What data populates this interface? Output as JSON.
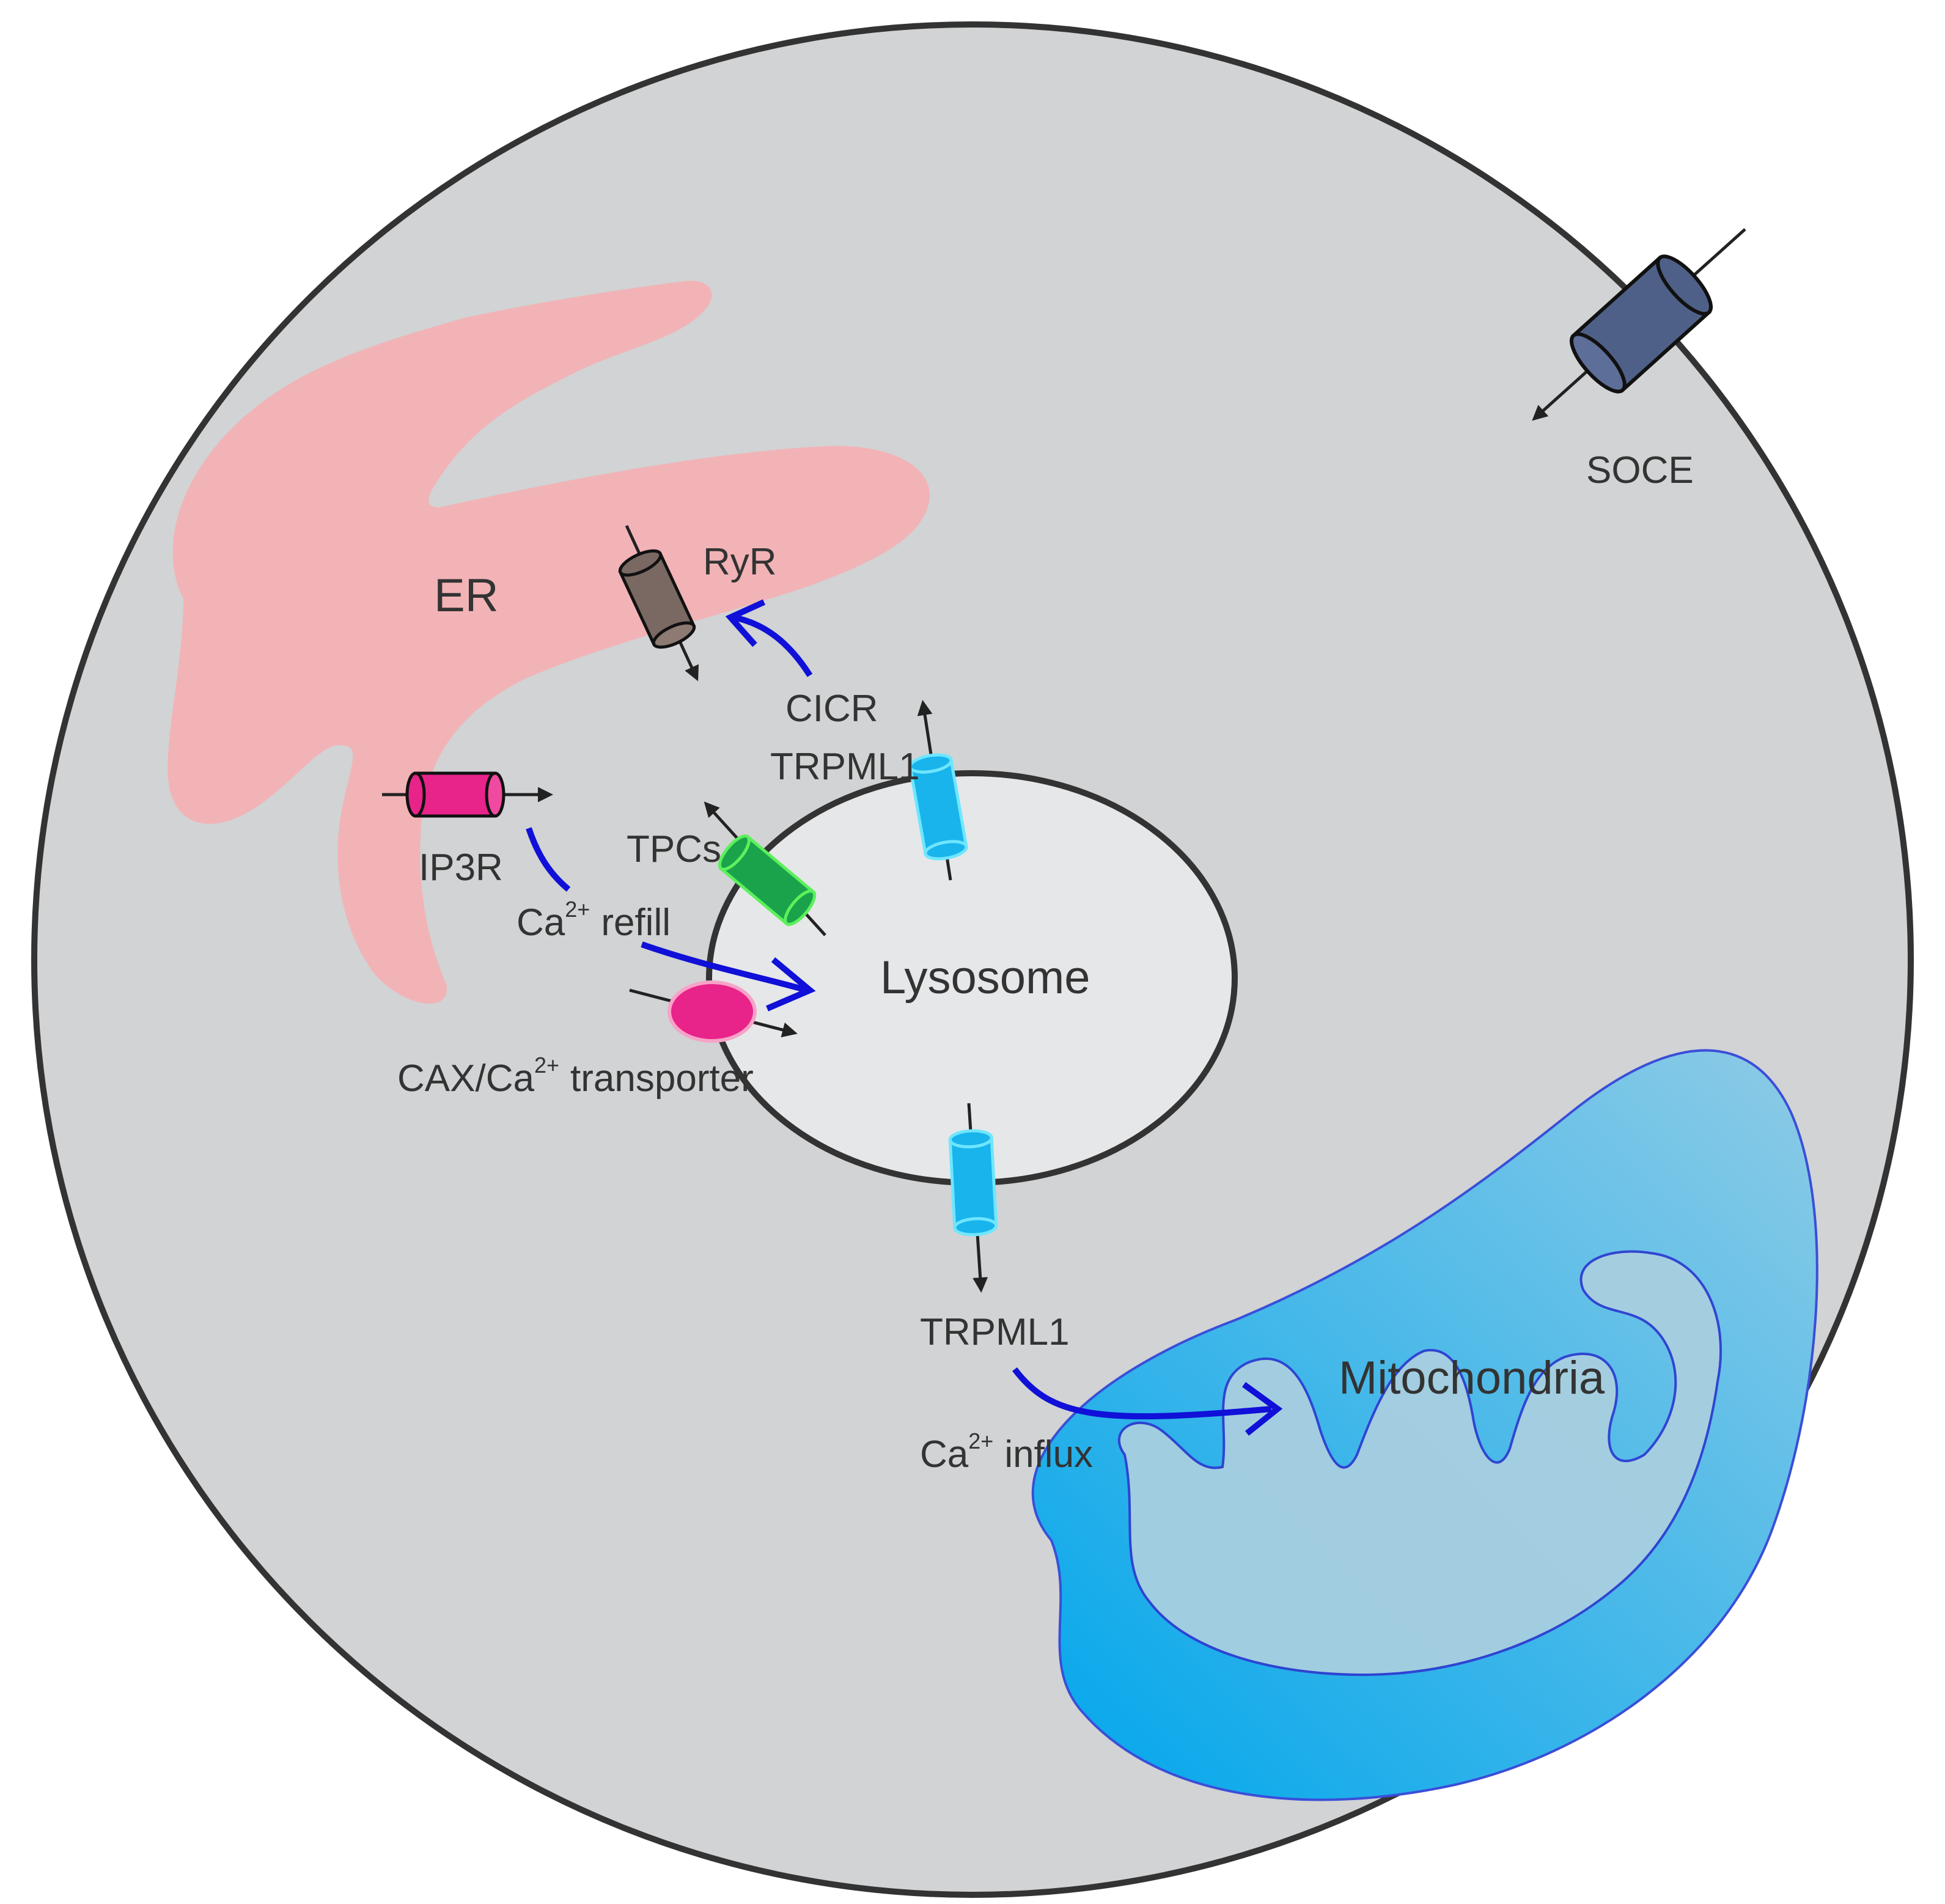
{
  "labels": {
    "er": "ER",
    "ryr": "RyR",
    "cicr": "CICR",
    "trpml1_top": "TRPML1",
    "ip3r": "IP3R",
    "tpcs": "TPCs",
    "ca_refill": {
      "base": "Ca",
      "sup": "2+",
      "rest": "refill"
    },
    "lysosome": "Lysosome",
    "cax": {
      "base": "CAX/Ca",
      "sup": "2+",
      "rest": "transporter"
    },
    "trpml1_bottom": "TRPML1",
    "ca_influx": {
      "base": "Ca",
      "sup": "2+",
      "rest": "influx"
    },
    "mitochondria": "Mitochondria",
    "soce": "SOCE"
  },
  "colors": {
    "cytoplasm": "#d1d3d4",
    "cell_border": "#333333",
    "er": "#f2b3b6",
    "lysosome": "#e6e7e9",
    "mito_outer": "#1aa7e0",
    "mito_inner": "#a8cfe0",
    "mito_stroke": "#2e3fd1",
    "signal_arrow": "#1010d8",
    "ryr": "#7a6862",
    "ip3r": "#e8238a",
    "tpc": "#1aa34a",
    "trpml1": "#19b4ec",
    "cax": "#e8238a",
    "soce": "#4f6088"
  },
  "icons": [
    "ryr-channel-icon",
    "ip3r-channel-icon",
    "tpc-channel-icon",
    "trpml1-channel-icon",
    "cax-transporter-icon",
    "soce-channel-icon"
  ]
}
